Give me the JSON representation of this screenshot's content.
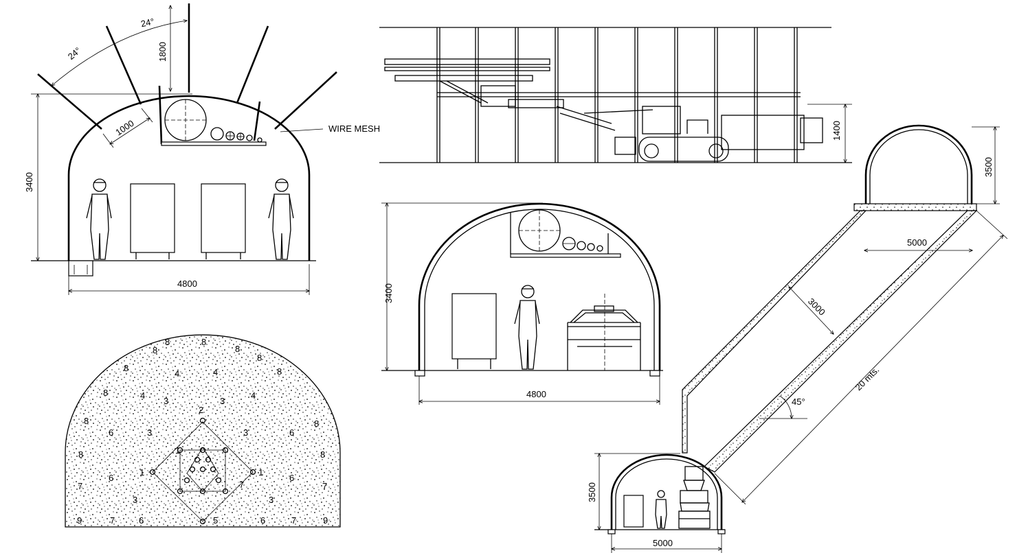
{
  "panel1": {
    "angle_a": "24°",
    "angle_b": "24°",
    "bolt_length": "1800",
    "spacing": "1000",
    "label_mesh": "WIRE MESH",
    "height": "3400",
    "width": "4800"
  },
  "panel2": {
    "height": "1400"
  },
  "panel3": {
    "height": "3400",
    "width": "4800"
  },
  "panel4": {
    "hole_labels": [
      "1",
      "1",
      "1",
      "2",
      "3",
      "3",
      "3",
      "3",
      "3",
      "3",
      "4",
      "4",
      "4",
      "4",
      "5",
      "6",
      "6",
      "6",
      "6",
      "6",
      "6",
      "7",
      "7",
      "7",
      "7",
      "7",
      "8",
      "8",
      "8",
      "8",
      "8",
      "8",
      "8",
      "8",
      "8",
      "8",
      "8",
      "8",
      "9",
      "9"
    ]
  },
  "panel5": {
    "top_height": "3500",
    "top_width": "5000",
    "shaft_width": "3000",
    "length": "20 mts.",
    "angle": "45°",
    "bottom_height": "3500",
    "bottom_width": "5000"
  }
}
